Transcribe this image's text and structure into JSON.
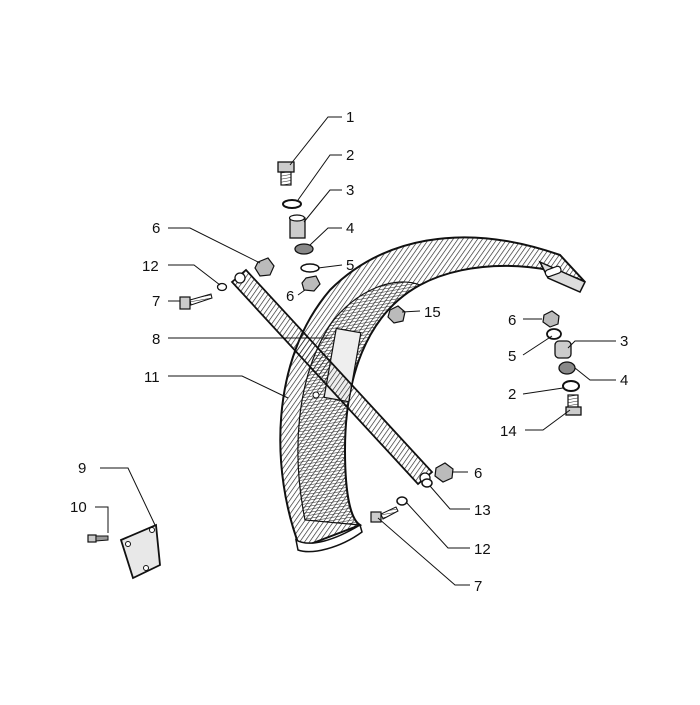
{
  "diagram": {
    "callouts": [
      {
        "id": "c1",
        "label": "1"
      },
      {
        "id": "c2a",
        "label": "2"
      },
      {
        "id": "c3a",
        "label": "3"
      },
      {
        "id": "c4a",
        "label": "4"
      },
      {
        "id": "c5a",
        "label": "5"
      },
      {
        "id": "c6a",
        "label": "6"
      },
      {
        "id": "c6b",
        "label": "6"
      },
      {
        "id": "c12a",
        "label": "12"
      },
      {
        "id": "c7a",
        "label": "7"
      },
      {
        "id": "c15",
        "label": "15"
      },
      {
        "id": "c6c",
        "label": "6"
      },
      {
        "id": "c3b",
        "label": "3"
      },
      {
        "id": "c5b",
        "label": "5"
      },
      {
        "id": "c4b",
        "label": "4"
      },
      {
        "id": "c2b",
        "label": "2"
      },
      {
        "id": "c14",
        "label": "14"
      },
      {
        "id": "c8",
        "label": "8"
      },
      {
        "id": "c11",
        "label": "11"
      },
      {
        "id": "c6d",
        "label": "6"
      },
      {
        "id": "c13",
        "label": "13"
      },
      {
        "id": "c12b",
        "label": "12"
      },
      {
        "id": "c7b",
        "label": "7"
      },
      {
        "id": "c9",
        "label": "9"
      },
      {
        "id": "c10",
        "label": "10"
      }
    ]
  }
}
